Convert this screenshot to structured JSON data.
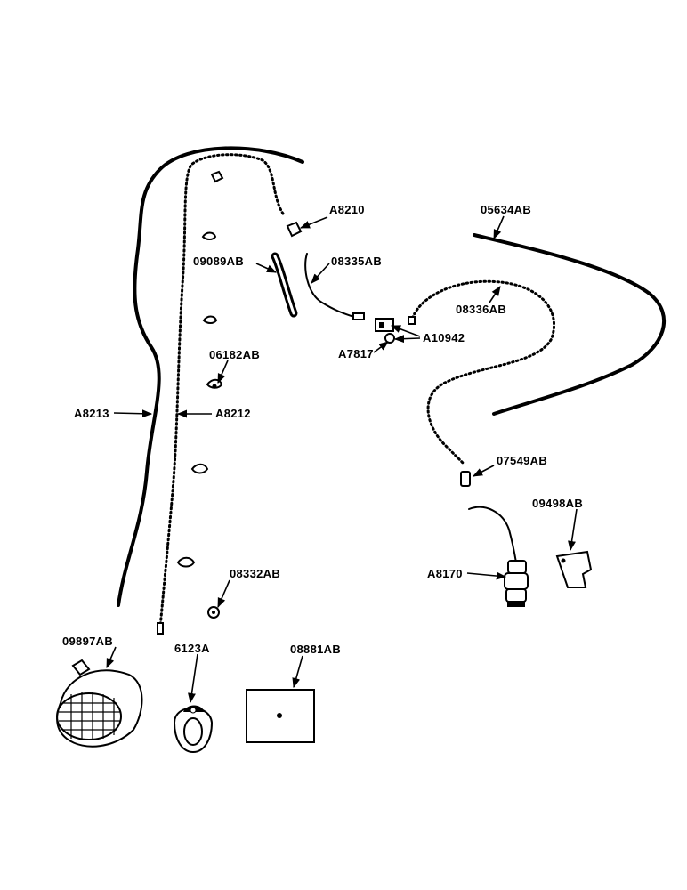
{
  "labels": {
    "a8210": "A8210",
    "p05634ab": "05634AB",
    "p09089ab": "09089AB",
    "p08335ab": "08335AB",
    "p08336ab": "08336AB",
    "a10942": "A10942",
    "a7817": "A7817",
    "p06182ab": "06182AB",
    "a8213": "A8213",
    "a8212": "A8212",
    "p07549ab": "07549AB",
    "p09498ab": "09498AB",
    "a8170": "A8170",
    "p08332ab": "08332AB",
    "p09897ab": "09897AB",
    "p6123a": "6123A",
    "p08881ab": "08881AB"
  }
}
